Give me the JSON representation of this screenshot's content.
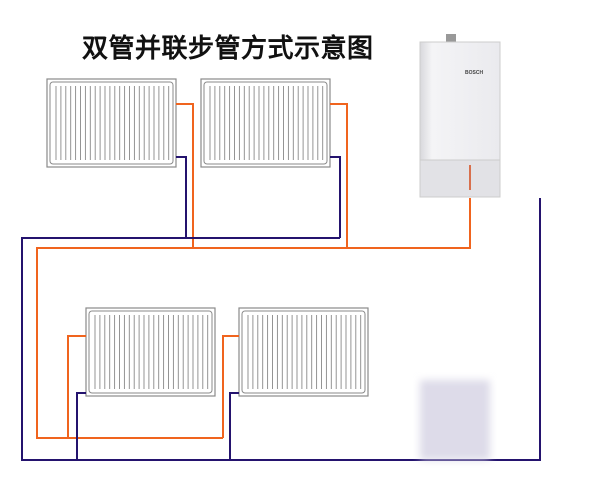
{
  "title": "双管并联步管方式示意图",
  "boiler": {
    "brand": "BOSCH"
  },
  "colors": {
    "supply": "#f0641e",
    "return": "#24136e",
    "radiator_outline": "#8a8a8a"
  },
  "radiators": [
    {
      "name": "upper-left"
    },
    {
      "name": "upper-right"
    },
    {
      "name": "lower-left"
    },
    {
      "name": "lower-right"
    }
  ]
}
